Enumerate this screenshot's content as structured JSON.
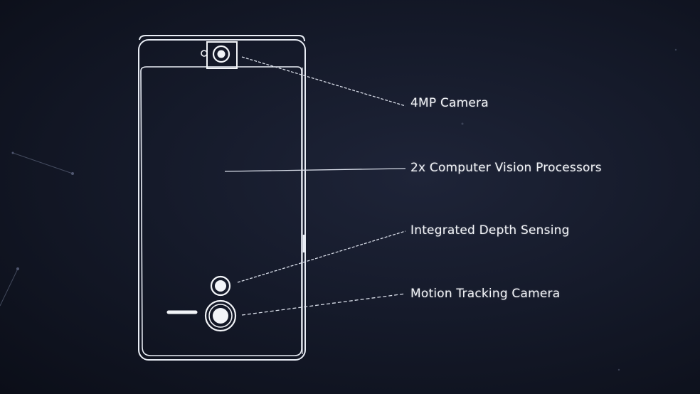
{
  "diagram": {
    "subject": "smartphone-back-outline",
    "colors": {
      "background_center": "#1e2438",
      "background_edge": "#0b0e18",
      "line": "#e8ecf4",
      "text": "#f2f4f8"
    },
    "callouts": [
      {
        "id": "camera-4mp",
        "label": "4MP Camera"
      },
      {
        "id": "cv-processors",
        "label": "2x Computer Vision Processors"
      },
      {
        "id": "depth-sensing",
        "label": "Integrated Depth Sensing"
      },
      {
        "id": "motion-camera",
        "label": "Motion Tracking Camera"
      }
    ]
  }
}
